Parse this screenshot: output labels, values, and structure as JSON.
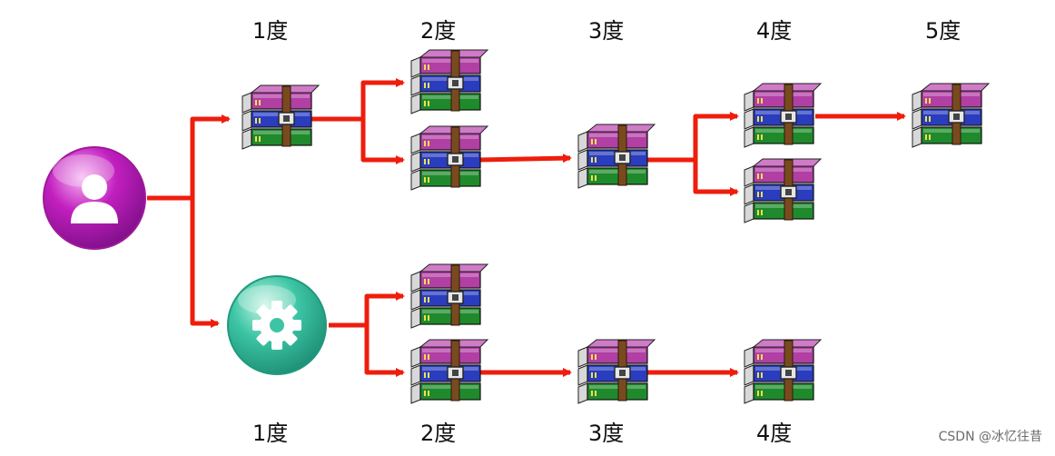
{
  "colors": {
    "connector": "#ee1d0c",
    "user_node": "#c21fbf",
    "gear_node": "#3cc5a4",
    "archive_top": "#b13fa4",
    "archive_middle": "#2a3dbf",
    "archive_bottom": "#1f8a2c",
    "archive_strap": "#7a4a1f"
  },
  "degree_labels": {
    "top": [
      "1度",
      "2度",
      "3度",
      "4度",
      "5度"
    ],
    "bottom": [
      "1度",
      "2度",
      "3度",
      "4度"
    ]
  },
  "nodes": [
    {
      "id": "user",
      "icon": "user-icon"
    },
    {
      "id": "gear",
      "icon": "gear-icon"
    },
    {
      "id": "t1",
      "icon": "archive-icon"
    },
    {
      "id": "t2a",
      "icon": "archive-icon"
    },
    {
      "id": "t2b",
      "icon": "archive-icon"
    },
    {
      "id": "t3",
      "icon": "archive-icon"
    },
    {
      "id": "t4a",
      "icon": "archive-icon"
    },
    {
      "id": "t4b",
      "icon": "archive-icon"
    },
    {
      "id": "t5",
      "icon": "archive-icon"
    },
    {
      "id": "b2a",
      "icon": "archive-icon"
    },
    {
      "id": "b2b",
      "icon": "archive-icon"
    },
    {
      "id": "b3",
      "icon": "archive-icon"
    },
    {
      "id": "b4",
      "icon": "archive-icon"
    }
  ],
  "edges": [
    {
      "from": "user",
      "to": "t1"
    },
    {
      "from": "user",
      "to": "gear"
    },
    {
      "from": "t1",
      "to": "t2a"
    },
    {
      "from": "t1",
      "to": "t2b"
    },
    {
      "from": "t2b",
      "to": "t3"
    },
    {
      "from": "t3",
      "to": "t4a"
    },
    {
      "from": "t3",
      "to": "t4b"
    },
    {
      "from": "t4a",
      "to": "t5"
    },
    {
      "from": "gear",
      "to": "b2a"
    },
    {
      "from": "gear",
      "to": "b2b"
    },
    {
      "from": "b2b",
      "to": "b3"
    },
    {
      "from": "b3",
      "to": "b4"
    }
  ],
  "watermark": "CSDN @冰忆往昔"
}
